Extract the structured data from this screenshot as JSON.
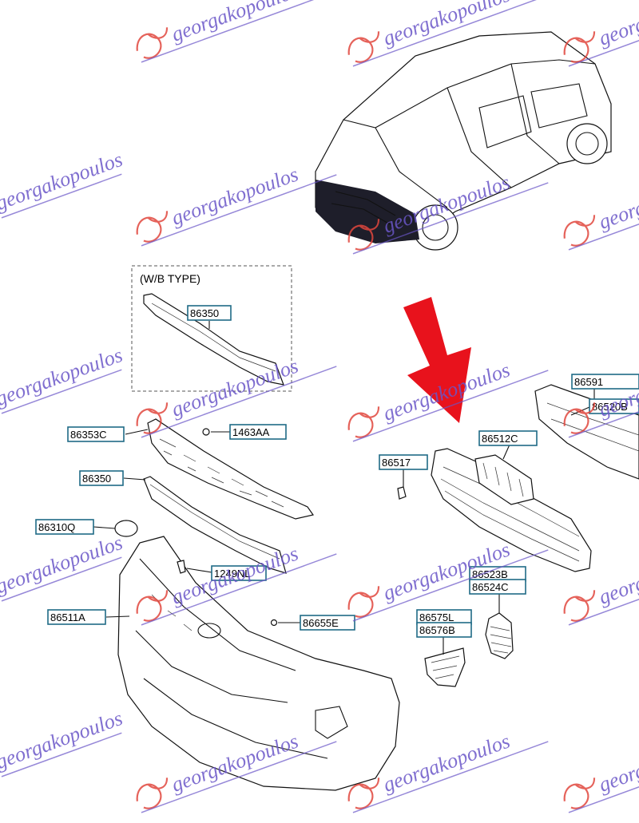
{
  "diagram": {
    "variant_label": "(W/B TYPE)",
    "part_labels": [
      {
        "id": "86350-wb",
        "text": "86350"
      },
      {
        "id": "86353C",
        "text": "86353C"
      },
      {
        "id": "1463AA",
        "text": "1463AA"
      },
      {
        "id": "86350",
        "text": "86350"
      },
      {
        "id": "86310Q",
        "text": "86310Q"
      },
      {
        "id": "1249NL",
        "text": "1249NL"
      },
      {
        "id": "86511A",
        "text": "86511A"
      },
      {
        "id": "86655E",
        "text": "86655E"
      },
      {
        "id": "86591",
        "text": "86591"
      },
      {
        "id": "86520B",
        "text": "86520B"
      },
      {
        "id": "86512C",
        "text": "86512C"
      },
      {
        "id": "86517",
        "text": "86517"
      },
      {
        "id": "86523B",
        "text": "86523B"
      },
      {
        "id": "86524C",
        "text": "86524C"
      },
      {
        "id": "86575L",
        "text": "86575L"
      },
      {
        "id": "86576B",
        "text": "86576B"
      }
    ],
    "watermark_text": "georgakopoulos",
    "arrow_color": "#e8121c"
  }
}
